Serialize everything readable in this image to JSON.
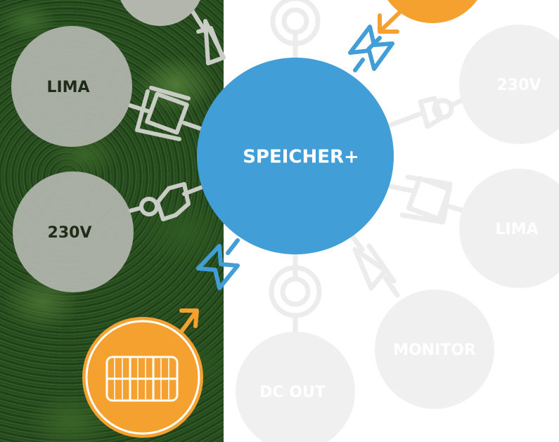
{
  "center": {
    "label": "SPEICHER+"
  },
  "left_nodes": [
    {
      "label": "LIMA"
    },
    {
      "label": "230V"
    }
  ],
  "right_nodes": [
    {
      "label": "230V"
    },
    {
      "label": "LIMA"
    },
    {
      "label": "MONITOR"
    },
    {
      "label": "DC OUT"
    }
  ],
  "colors": {
    "center_blue": "#429ed7",
    "solar_orange": "#f5a130",
    "gray_circle_left": "#b3b6ad",
    "gray_circle_right": "#f0f0f0",
    "connector_gray_left": "#c9cbc5",
    "connector_gray_right": "#ececec"
  },
  "icons": [
    "solar-panel-icon",
    "charge-arrow-icon",
    "plug-icon",
    "socket-icon",
    "fuse-icon",
    "diode-icon"
  ]
}
